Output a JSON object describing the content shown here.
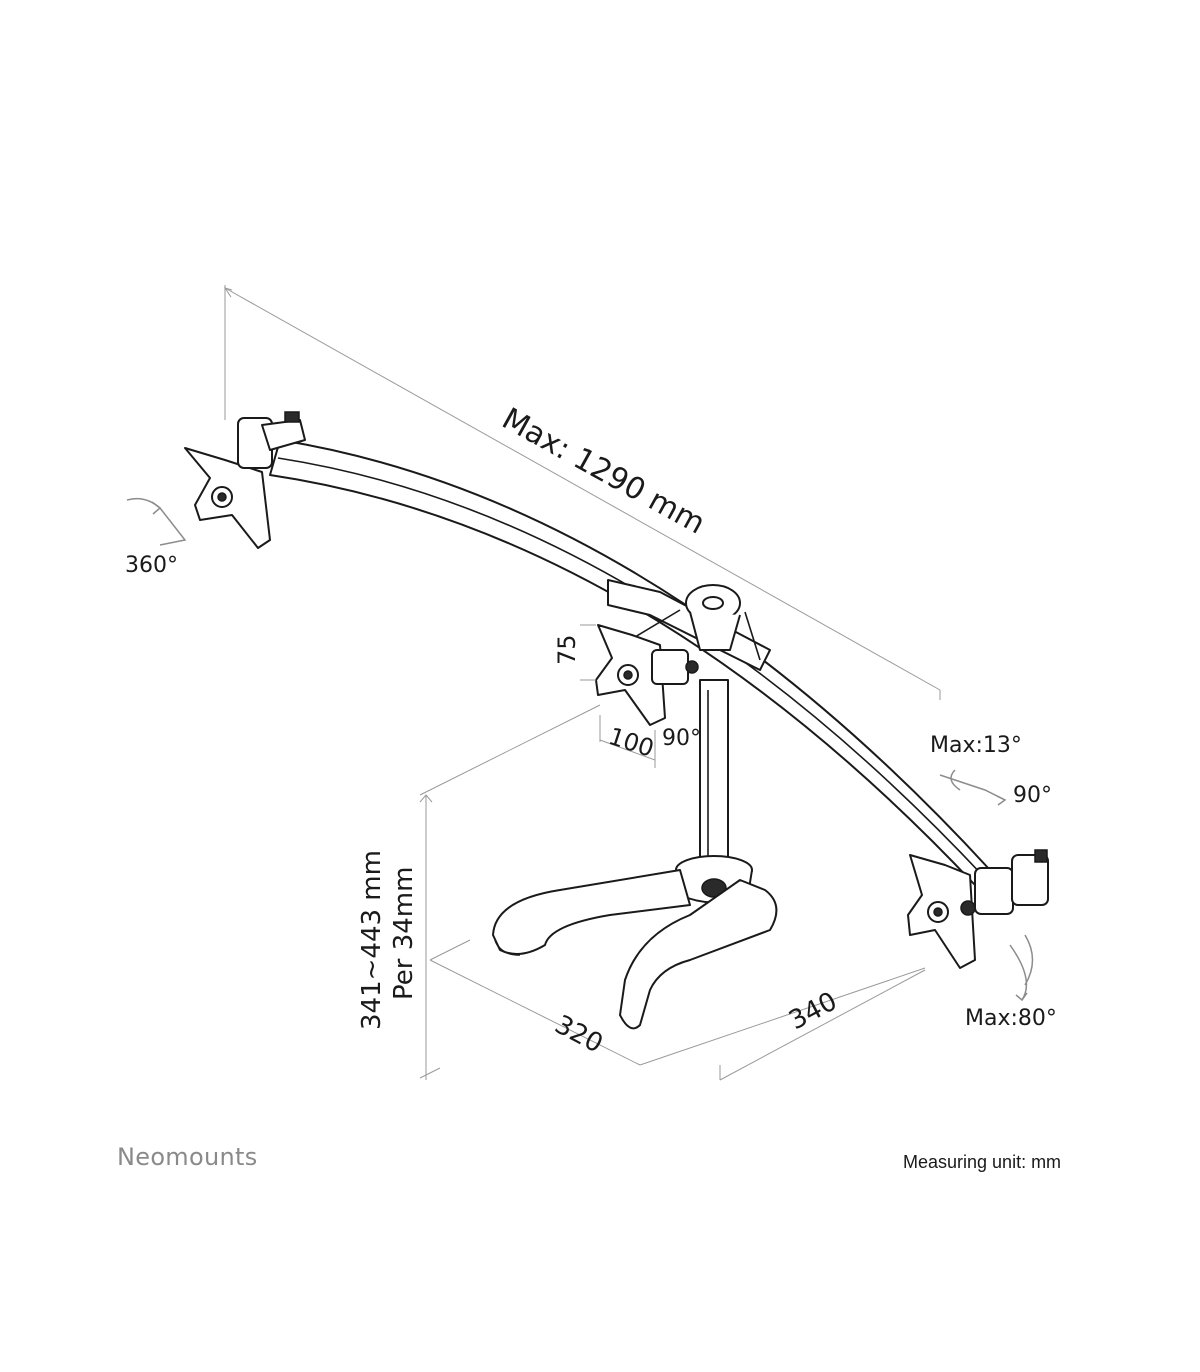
{
  "labels": {
    "max_length": "Max: 1290 mm",
    "rotation": "360°",
    "vesa_v": "75",
    "vesa_h": "100",
    "swivel_center": "90°",
    "tilt_up": "Max:13°",
    "swivel_right": "90°",
    "height_range": "341~443 mm",
    "height_step": "Per 34mm",
    "base_depth": "320",
    "base_width": "340",
    "tilt_down": "Max:80°"
  },
  "footer": {
    "brand": "Neomounts",
    "unit": "Measuring unit: mm"
  }
}
